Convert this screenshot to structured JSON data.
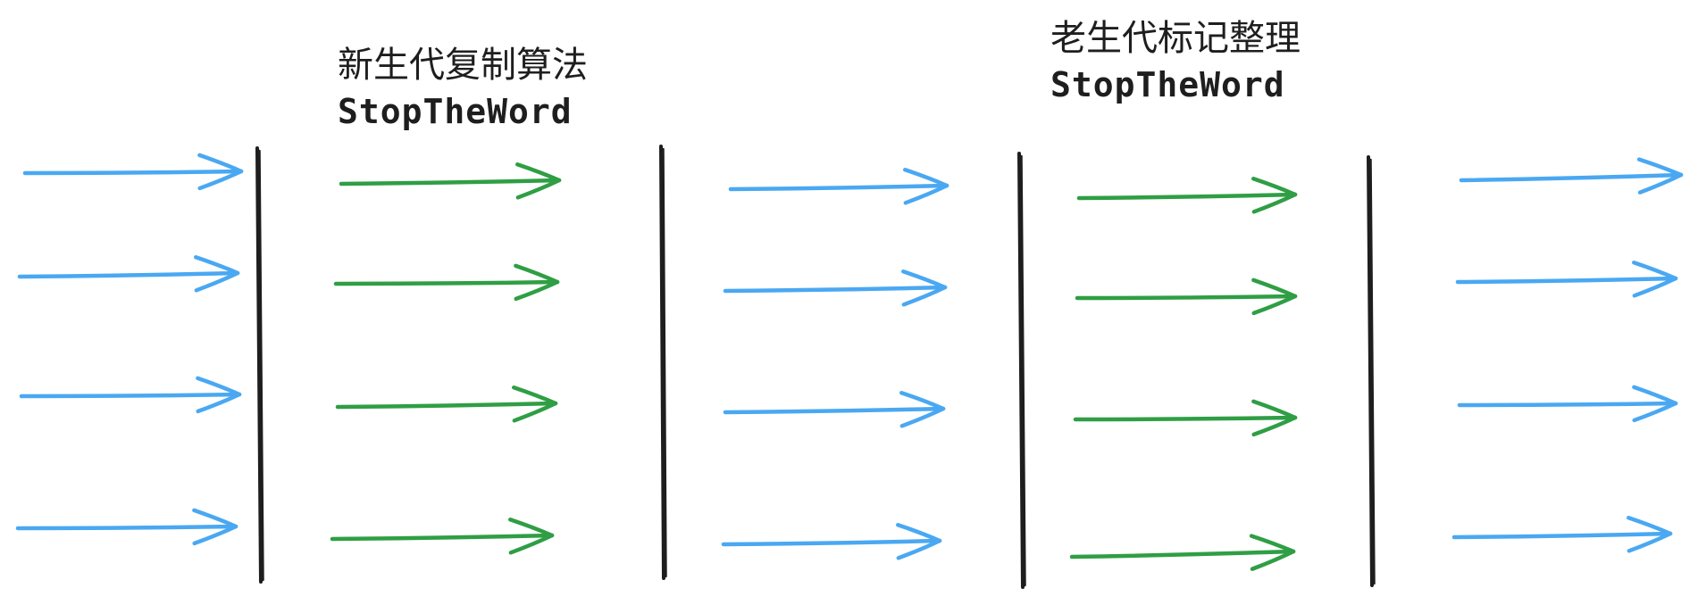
{
  "labels": {
    "young": {
      "title": "新生代复制算法",
      "subtitle": "StopTheWord"
    },
    "old": {
      "title": "老生代标记整理",
      "subtitle": "StopTheWord"
    }
  },
  "colors": {
    "blue_arrow": "#4aa8f2",
    "green_arrow": "#2f9e44",
    "divider": "#1e1e1e",
    "text": "#1e1e1e"
  },
  "columns": [
    {
      "id": "main-thread-1",
      "color": "blue",
      "arrows": 4
    },
    {
      "id": "gc-young",
      "color": "green",
      "arrows": 4
    },
    {
      "id": "main-thread-2",
      "color": "blue",
      "arrows": 4
    },
    {
      "id": "gc-old",
      "color": "green",
      "arrows": 4
    },
    {
      "id": "main-thread-3",
      "color": "blue",
      "arrows": 4
    }
  ],
  "dividers": 4
}
